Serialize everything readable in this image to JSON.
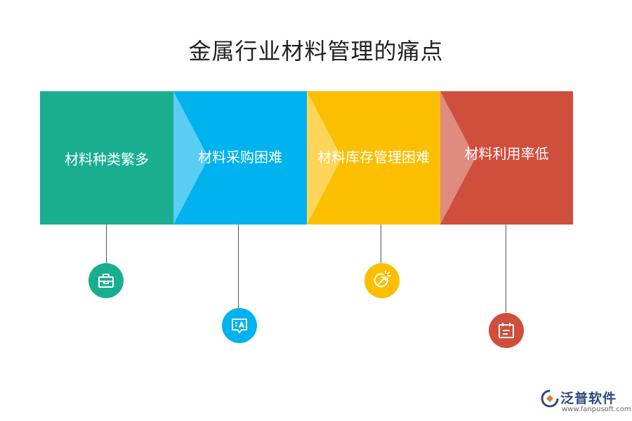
{
  "title": "金属行业材料管理的痛点",
  "panels": [
    {
      "label": "材料种类繁多",
      "color": "#1aae91",
      "icon": "toolbox-icon"
    },
    {
      "label": "材料采购困难",
      "color": "#00b2ee",
      "icon": "translate-chat-icon"
    },
    {
      "label": "材料库存管理困难",
      "color": "#fbbf00",
      "icon": "compass-arrow-icon"
    },
    {
      "label": "材料利用率低",
      "color": "#d04e3c",
      "icon": "calendar-icon"
    }
  ],
  "logo": {
    "name": "泛普软件",
    "url": "www.fanpusoft.com"
  }
}
